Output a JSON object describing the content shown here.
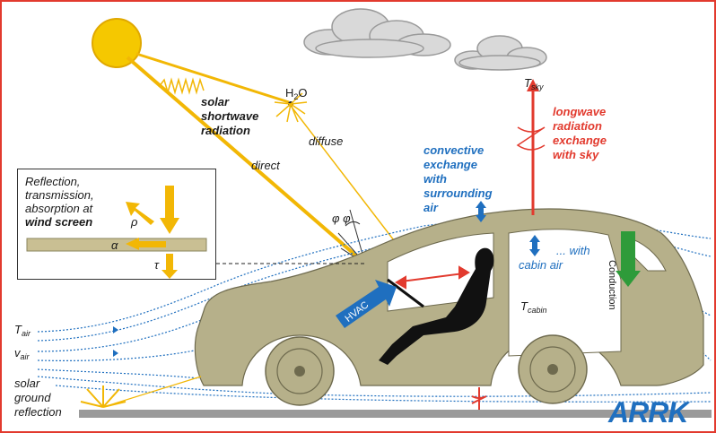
{
  "labels": {
    "solar_shortwave": [
      "solar",
      "shortwave",
      "radiation"
    ],
    "h2o_main": "H",
    "h2o_sub": "2",
    "h2o_end": "O",
    "diffuse": "diffuse",
    "direct": "direct",
    "phi": "φ φ",
    "convective": [
      "convective",
      "exchange",
      "with",
      "surrounding",
      "air"
    ],
    "tsky_main": "T",
    "tsky_sub": "sky",
    "longwave": [
      "longwave",
      "radiation",
      "exchange",
      "with sky"
    ],
    "windscreen_lines": [
      "Reflection,",
      "transmission,",
      "absorption at"
    ],
    "windscreen_bold": "wind screen",
    "rho": "ρ",
    "alpha": "α",
    "tau": "τ",
    "with_cabin": "... with",
    "cabin_air": "cabin air",
    "tcabin_main": "T",
    "tcabin_sub": "cabin",
    "conduction": "Conduction",
    "hvac": "HVAC",
    "tair_main": "T",
    "tair_sub": "air",
    "vair_main": "v",
    "vair_sub": "air",
    "solar_ground": [
      "solar",
      "ground",
      "reflection"
    ],
    "logo": "ARRK"
  },
  "colors": {
    "border": "#e23a2e",
    "sun": "#f5c800",
    "ray": "#f2b705",
    "car_body": "#b6b08a",
    "airflow": "#1f6fbf",
    "longwave": "#e23a2e",
    "conduction": "#2e9b3a",
    "ground": "#9a9a9a"
  }
}
